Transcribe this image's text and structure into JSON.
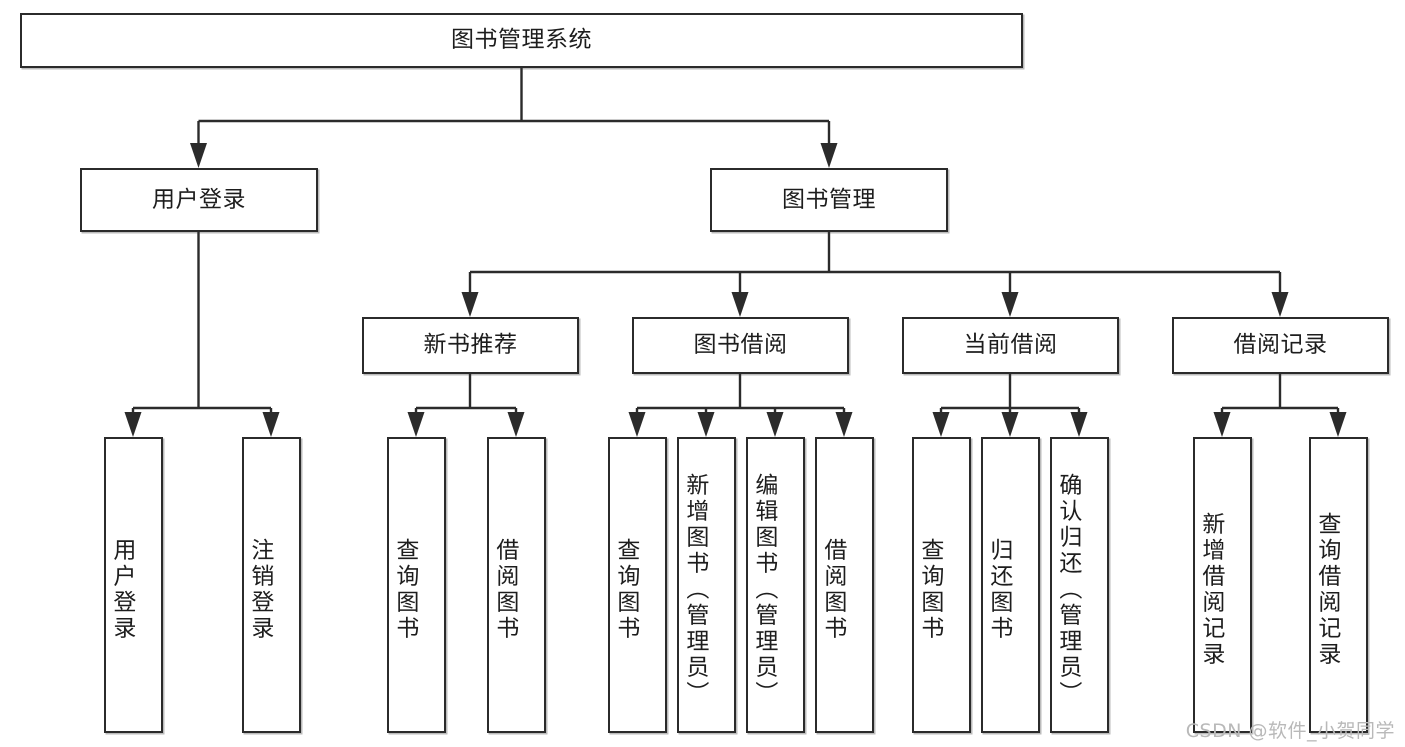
{
  "diagram": {
    "type": "tree-hierarchy-chart",
    "title": "图书管理系统",
    "orientation": "top-down",
    "colors": {
      "box_border": "#2b2b2b",
      "box_fill": "#ffffff",
      "line": "#2b2b2b",
      "text": "#1d1d1d",
      "watermark": "#b9b9b9",
      "background": "#ffffff"
    },
    "levels": {
      "level0": [
        "图书管理系统"
      ],
      "level1": [
        "用户登录",
        "图书管理"
      ],
      "level2": [
        "新书推荐",
        "图书借阅",
        "当前借阅",
        "借阅记录"
      ],
      "level3": [
        "用户登录",
        "注销登录",
        "查询图书",
        "借阅图书",
        "查询图书",
        "新增图书（管理员）",
        "编辑图书（管理员）",
        "借阅图书",
        "查询图书",
        "归还图书",
        "确认归还（管理员）",
        "新增借阅记录",
        "查询借阅记录"
      ]
    }
  },
  "root": {
    "label": "图书管理系统"
  },
  "level1": [
    {
      "id": "user-login",
      "label": "用户登录"
    },
    {
      "id": "book-management",
      "label": "图书管理"
    }
  ],
  "level2": [
    {
      "id": "new-book-recommend",
      "label": "新书推荐"
    },
    {
      "id": "book-borrow",
      "label": "图书借阅"
    },
    {
      "id": "current-borrow",
      "label": "当前借阅"
    },
    {
      "id": "borrow-record",
      "label": "借阅记录"
    }
  ],
  "leaves": {
    "user_login": [
      {
        "id": "leaf-user-login",
        "label": "用户登录"
      },
      {
        "id": "leaf-logout-login",
        "label": "注销登录"
      }
    ],
    "new_book_recommend": [
      {
        "id": "leaf-query-book-1",
        "label": "查询图书"
      },
      {
        "id": "leaf-borrow-book-1",
        "label": "借阅图书"
      }
    ],
    "book_borrow": [
      {
        "id": "leaf-query-book-2",
        "label": "查询图书"
      },
      {
        "id": "leaf-add-book",
        "label": "新增图书（管理员）"
      },
      {
        "id": "leaf-edit-book",
        "label": "编辑图书（管理员）"
      },
      {
        "id": "leaf-borrow-book-2",
        "label": "借阅图书"
      }
    ],
    "current_borrow": [
      {
        "id": "leaf-query-book-3",
        "label": "查询图书"
      },
      {
        "id": "leaf-return-book",
        "label": "归还图书"
      },
      {
        "id": "leaf-confirm-return",
        "label": "确认归还（管理员）"
      }
    ],
    "borrow_record": [
      {
        "id": "leaf-add-record",
        "label": "新增借阅记录"
      },
      {
        "id": "leaf-query-record",
        "label": "查询借阅记录"
      }
    ]
  },
  "watermark": {
    "text": "CSDN @软件_小贺同学"
  }
}
